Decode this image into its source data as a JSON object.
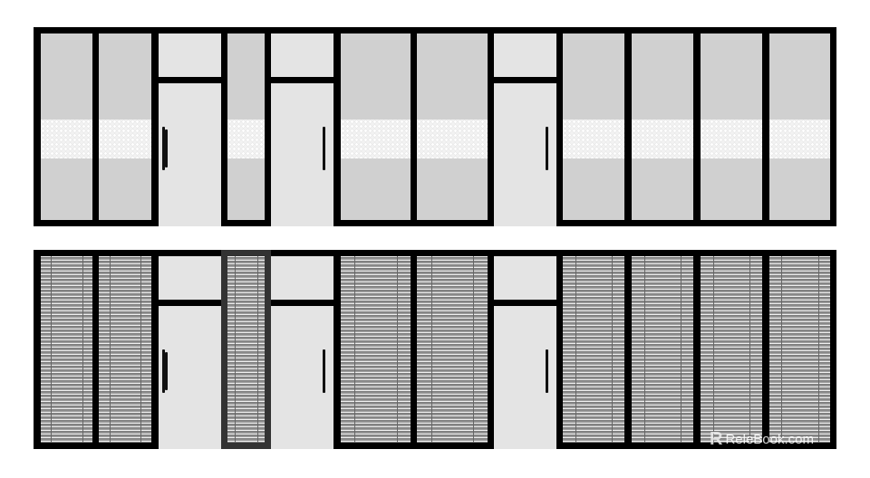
{
  "drawing": {
    "rows": [
      {
        "name": "elevation-frosted",
        "glass_treatment": "frosted-band"
      },
      {
        "name": "elevation-blinds",
        "glass_treatment": "blinds"
      }
    ],
    "panels": [
      {
        "type": "glass"
      },
      {
        "type": "glass"
      },
      {
        "type": "door",
        "handle": "left",
        "handle_style": "ladder"
      },
      {
        "type": "glass",
        "highlighted_in_blinds_row": true
      },
      {
        "type": "door",
        "handle": "right"
      },
      {
        "type": "glass"
      },
      {
        "type": "glass"
      },
      {
        "type": "door",
        "handle": "right"
      },
      {
        "type": "glass"
      },
      {
        "type": "glass"
      },
      {
        "type": "glass"
      },
      {
        "type": "glass"
      }
    ],
    "colors": {
      "frame": "#000000",
      "glass": "#d0d0d0",
      "door": "#e4e4e4",
      "highlight_frame": "#333333"
    }
  },
  "watermark": {
    "text": "ReleBook.com",
    "logo": "R"
  }
}
